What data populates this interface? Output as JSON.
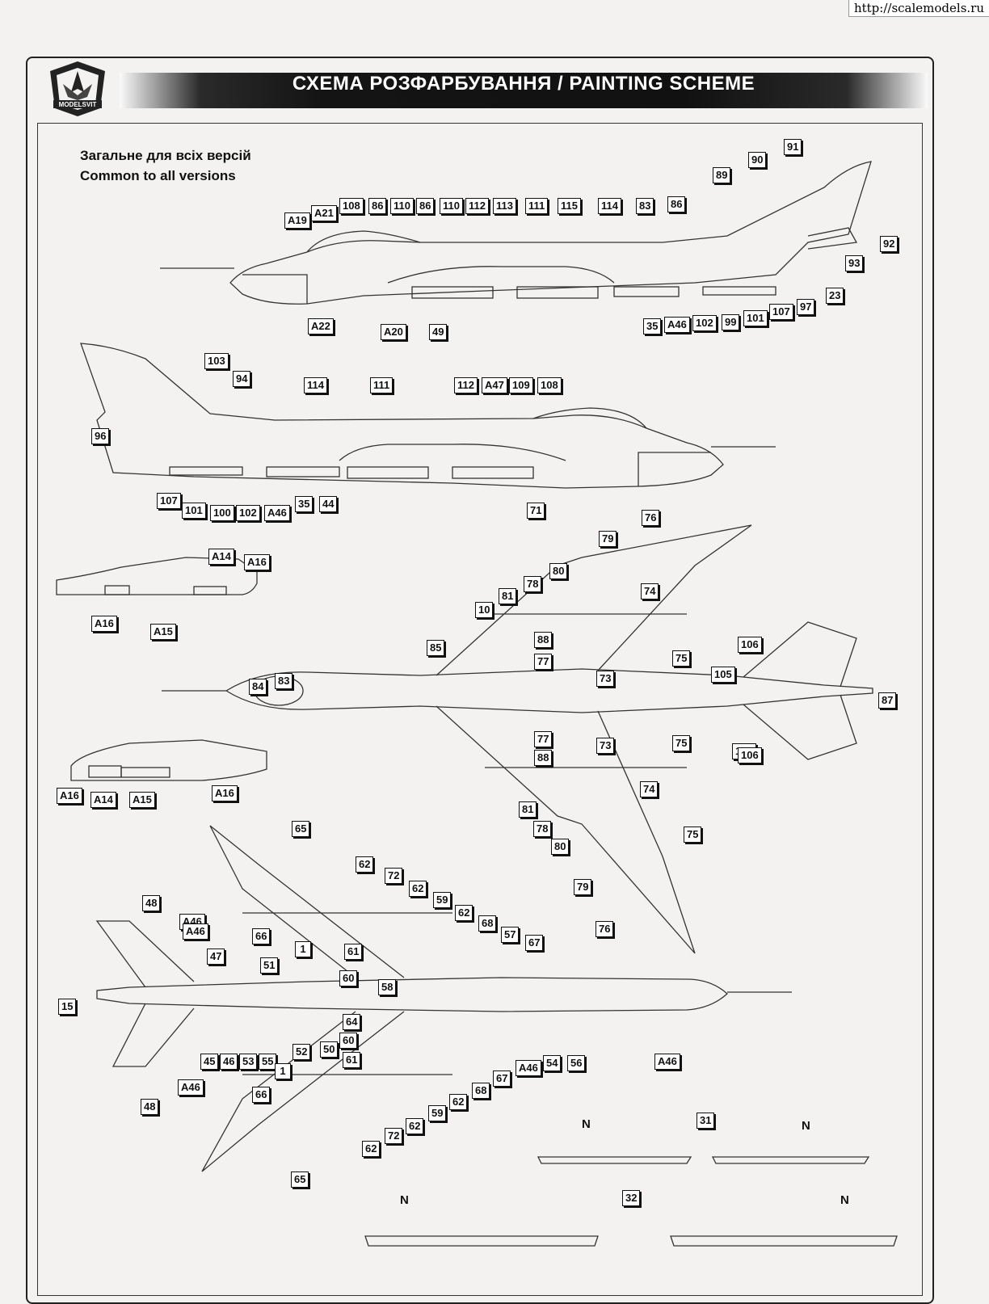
{
  "watermark": "http://scalemodels.ru",
  "header": {
    "brand": "MODELSVIT",
    "title": "СХЕМА РОЗФАРБУВАННЯ / PAINTING SCHEME"
  },
  "subtitle": {
    "line1": "Загальне для всіх версій",
    "line2": "Common to all versions"
  },
  "callouts": [
    "A19",
    "A21",
    "108",
    "86",
    "110",
    "86",
    "110",
    "112",
    "113",
    "111",
    "115",
    "114",
    "83",
    "86",
    "89",
    "90",
    "91",
    "92",
    "93",
    "23",
    "97",
    "107",
    "101",
    "99",
    "102",
    "A46",
    "35",
    "49",
    "A20",
    "A22",
    "103",
    "94",
    "114",
    "111",
    "112",
    "A47",
    "109",
    "108",
    "96",
    "107",
    "101",
    "100",
    "102",
    "A46",
    "35",
    "44",
    "71",
    "A14",
    "A16",
    "A16",
    "A15",
    "A16",
    "A14",
    "A15",
    "A16",
    "76",
    "79",
    "80",
    "78",
    "81",
    "10",
    "74",
    "88",
    "77",
    "73",
    "75",
    "85",
    "84",
    "83",
    "105",
    "106",
    "87",
    "77",
    "88",
    "73",
    "75",
    "74",
    "81",
    "78",
    "80",
    "79",
    "75",
    "76",
    "105",
    "106",
    "65",
    "62",
    "72",
    "62",
    "59",
    "62",
    "68",
    "57",
    "67",
    "48",
    "A46",
    "66",
    "1",
    "51",
    "61",
    "60",
    "47",
    "58",
    "64",
    "60",
    "61",
    "15",
    "45",
    "46",
    "53",
    "55",
    "52",
    "50",
    "1",
    "54",
    "56",
    "67",
    "A46",
    "A46",
    "68",
    "62",
    "59",
    "66",
    "62",
    "72",
    "62",
    "48",
    "A46",
    "65",
    "A46",
    "31",
    "32"
  ],
  "pen_markers": [
    "N",
    "N",
    "N",
    "N"
  ]
}
